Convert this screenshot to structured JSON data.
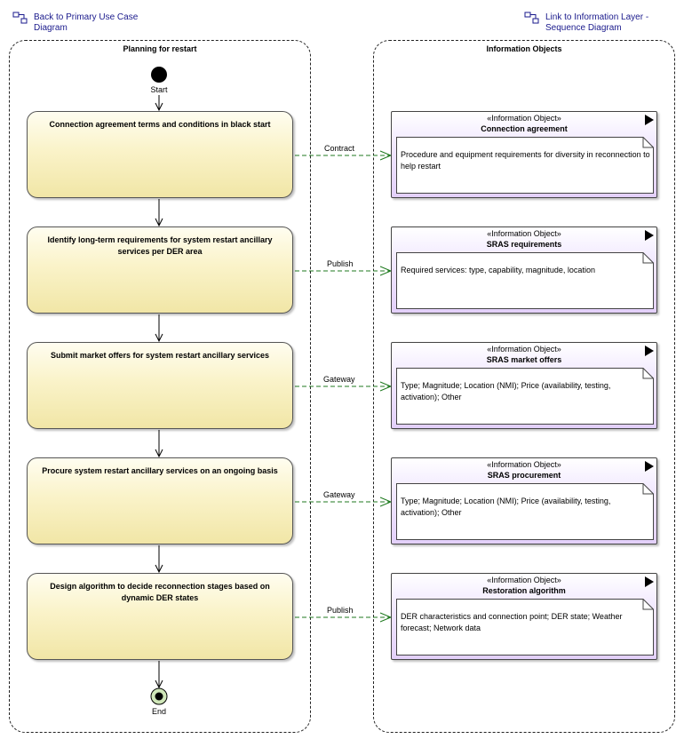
{
  "links": {
    "back": "Back to Primary Use Case Diagram",
    "forward": "Link to Information Layer - Sequence Diagram"
  },
  "lanes": {
    "planning": "Planning for restart",
    "info": "Information Objects"
  },
  "start_label": "Start",
  "end_label": "End",
  "actions": [
    "Connection agreement terms and conditions in black start",
    "Identify long-term requirements for system restart ancillary services per DER area",
    "Submit market offers for system restart ancillary services",
    "Procure system restart ancillary services on an ongoing basis",
    "Design algorithm to decide reconnection stages based on dynamic DER states"
  ],
  "connectors": [
    "Contract",
    "Publish",
    "Gateway",
    "Gateway",
    "Publish"
  ],
  "objects": [
    {
      "stereotype": "«Information Object»",
      "name": "Connection agreement",
      "note": "Procedure and equipment requirements for diversity in reconnection to help restart"
    },
    {
      "stereotype": "«Information Object»",
      "name": "SRAS requirements",
      "note": "Required services: type, capability, magnitude, location"
    },
    {
      "stereotype": "«Information Object»",
      "name": "SRAS market offers",
      "note": "Type; Magnitude; Location (NMI); Price (availability, testing, activation); Other"
    },
    {
      "stereotype": "«Information Object»",
      "name": "SRAS procurement",
      "note": "Type; Magnitude; Location (NMI); Price (availability, testing, activation); Other"
    },
    {
      "stereotype": "«Information Object»",
      "name": "Restoration algorithm",
      "note": "DER characteristics and connection point; DER state; Weather forecast; Network data"
    }
  ],
  "colors": {
    "link": "#1a1a8c",
    "action_fill": "#f5ecb8",
    "object_fill": "#e3d0fb",
    "connector": "#1f7a1f"
  }
}
